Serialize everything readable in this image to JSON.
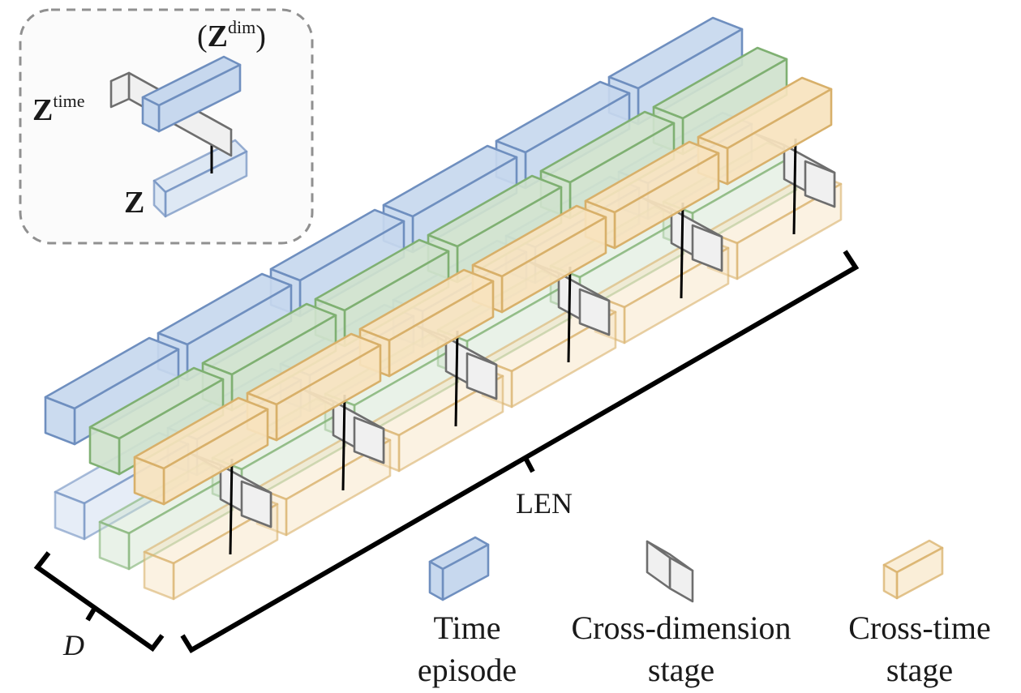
{
  "figure": {
    "title": "Two-stage attention layout over time episodes",
    "colors": {
      "time_episode": {
        "fill": "#c7d8ee",
        "stroke": "#6f8fbf"
      },
      "cross_dim_row": {
        "fill": "#cfe2cd",
        "stroke": "#7fb072"
      },
      "cross_time": {
        "fill": "#f7e3be",
        "stroke": "#d8b06a"
      },
      "cross_dimension": {
        "fill": "#f0f0f0",
        "stroke": "#6e6e6e"
      },
      "bracket": "#000000",
      "inset_border": "#909090"
    },
    "rows_upper": [
      "time_episode",
      "cross_dim_row",
      "cross_time"
    ],
    "rows_lower": [
      "time_episode",
      "cross_dim_row",
      "cross_time"
    ],
    "segments_per_row": 6
  },
  "inset": {
    "z_dim_label": "Z",
    "z_dim_sup": "dim",
    "z_dim_open": "(",
    "z_dim_close": ")",
    "z_time_label": "Z",
    "z_time_sup": "time",
    "z_label": "Z"
  },
  "axes": {
    "d_label": "D",
    "len_label": "LEN"
  },
  "legend": {
    "items": [
      {
        "key": "time_episode",
        "line1": "Time",
        "line2": "episode"
      },
      {
        "key": "cross_dimension",
        "line1": "Cross-dimension",
        "line2": "stage"
      },
      {
        "key": "cross_time",
        "line1": "Cross-time",
        "line2": "stage"
      }
    ]
  }
}
